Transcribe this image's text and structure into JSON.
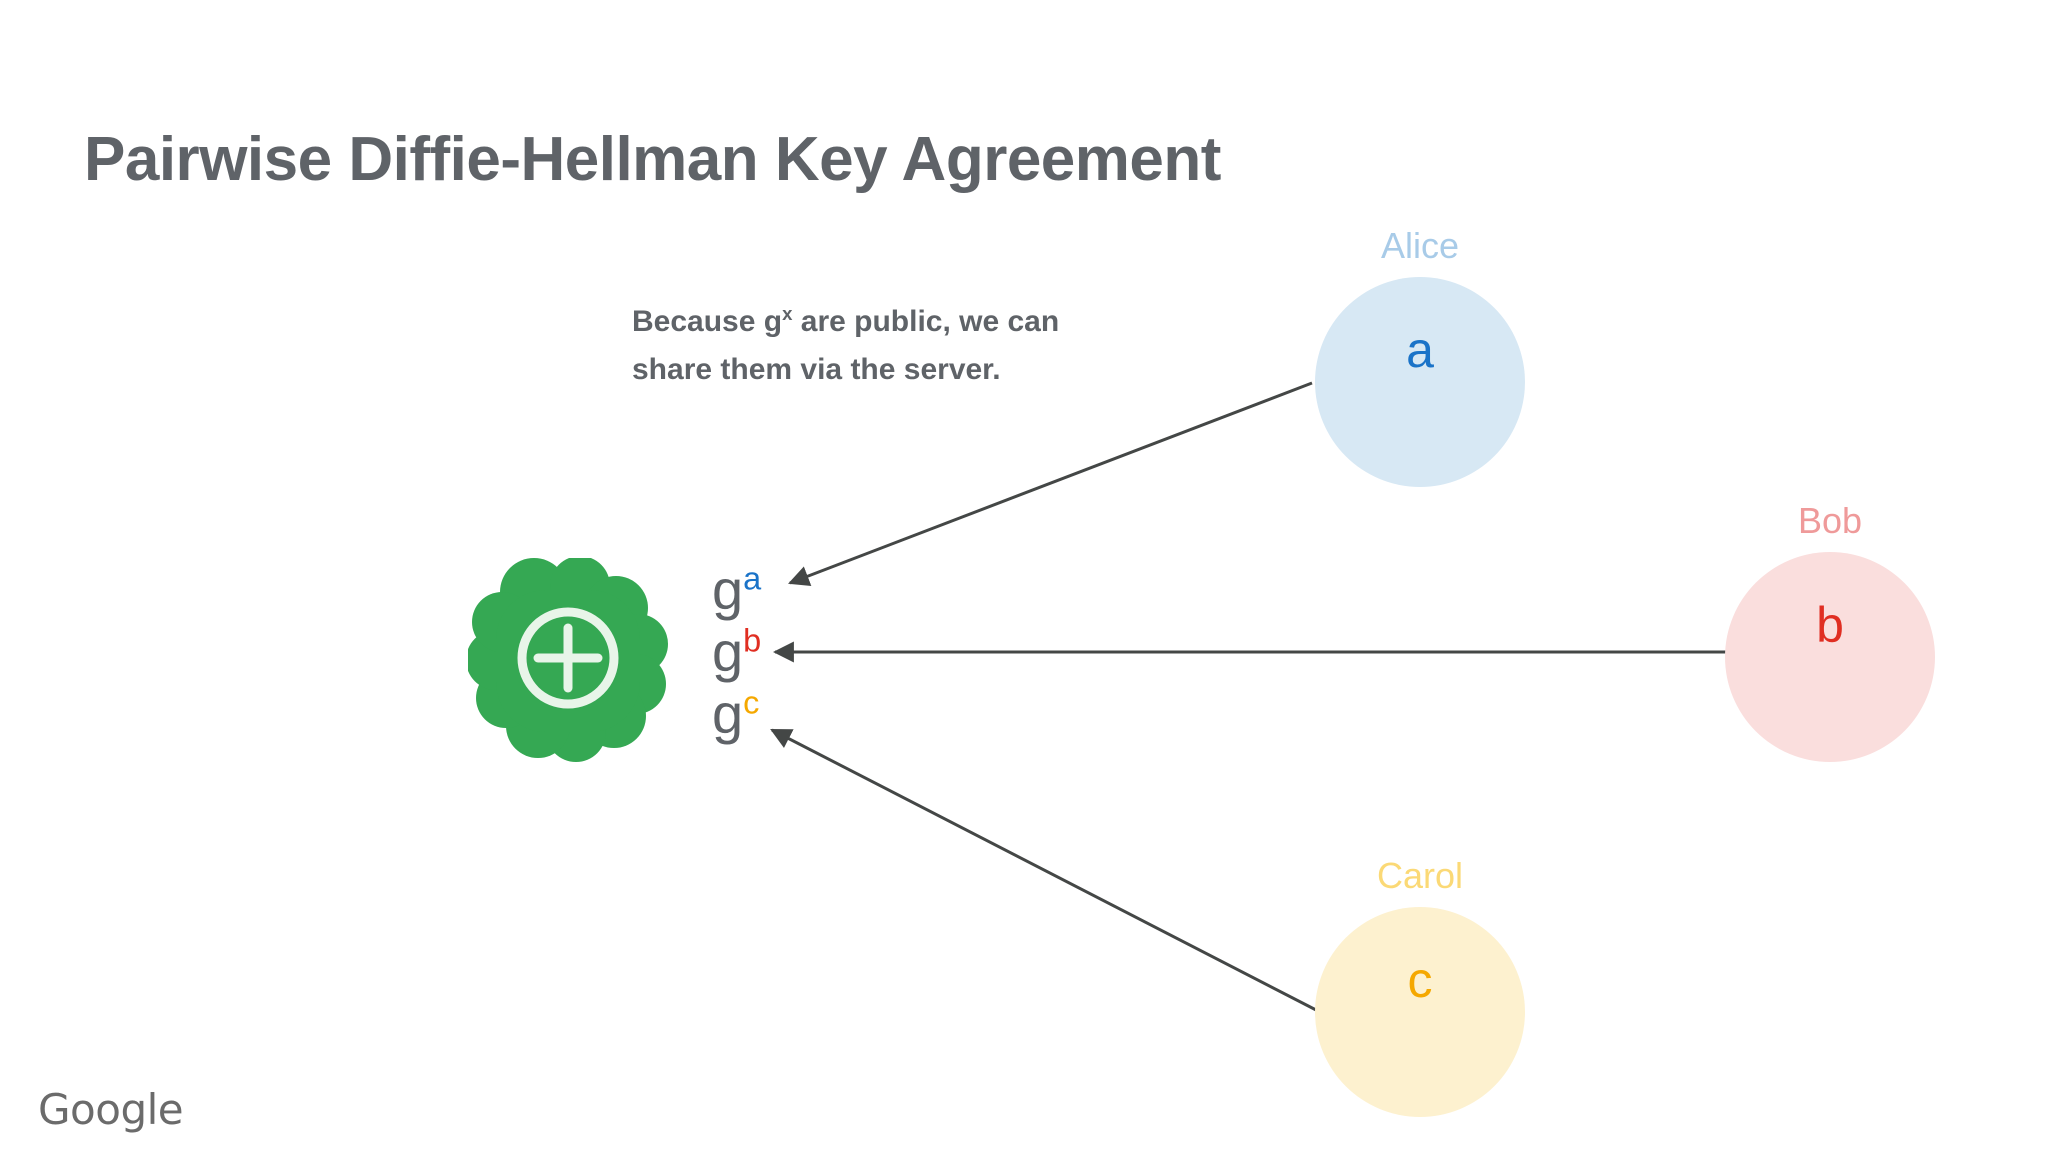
{
  "slide": {
    "title": "Pairwise Diffie-Hellman Key Agreement",
    "background_color": "#ffffff",
    "title_color": "#5f6368",
    "footer_logo": "Google"
  },
  "note": {
    "line1_before": "Because g",
    "line1_exponent": "x",
    "line1_after": " are public, we can",
    "line2": "share them via the server.",
    "color": "#5f6368"
  },
  "server": {
    "label": "server-cloud",
    "icon": "plus-circle-icon",
    "cloud_color": "#35a853",
    "icon_color": "#e8f5e9"
  },
  "public_keys": [
    {
      "base": "g",
      "exponent": "a",
      "base_color": "#5f6368",
      "exponent_color": "#1a73c8"
    },
    {
      "base": "g",
      "exponent": "b",
      "base_color": "#5f6368",
      "exponent_color": "#e02e22"
    },
    {
      "base": "g",
      "exponent": "c",
      "base_color": "#5f6368",
      "exponent_color": "#f5a800"
    }
  ],
  "participants": [
    {
      "name": "Alice",
      "secret": "a",
      "bubble_color": "#d7e8f4",
      "name_color": "#a8cbe8",
      "secret_color": "#1a73c8"
    },
    {
      "name": "Bob",
      "secret": "b",
      "bubble_color": "#fadedd",
      "name_color": "#ef9a9a",
      "secret_color": "#e02e22"
    },
    {
      "name": "Carol",
      "secret": "c",
      "bubble_color": "#fdf1cf",
      "name_color": "#fbd976",
      "secret_color": "#f5a800"
    }
  ],
  "arrows": [
    {
      "from": "Alice",
      "to": "g^a",
      "direction": "left",
      "color": "#444746"
    },
    {
      "from": "Bob",
      "to": "g^b",
      "direction": "left",
      "color": "#444746"
    },
    {
      "from": "Carol",
      "to": "g^c",
      "direction": "left",
      "color": "#444746"
    }
  ]
}
